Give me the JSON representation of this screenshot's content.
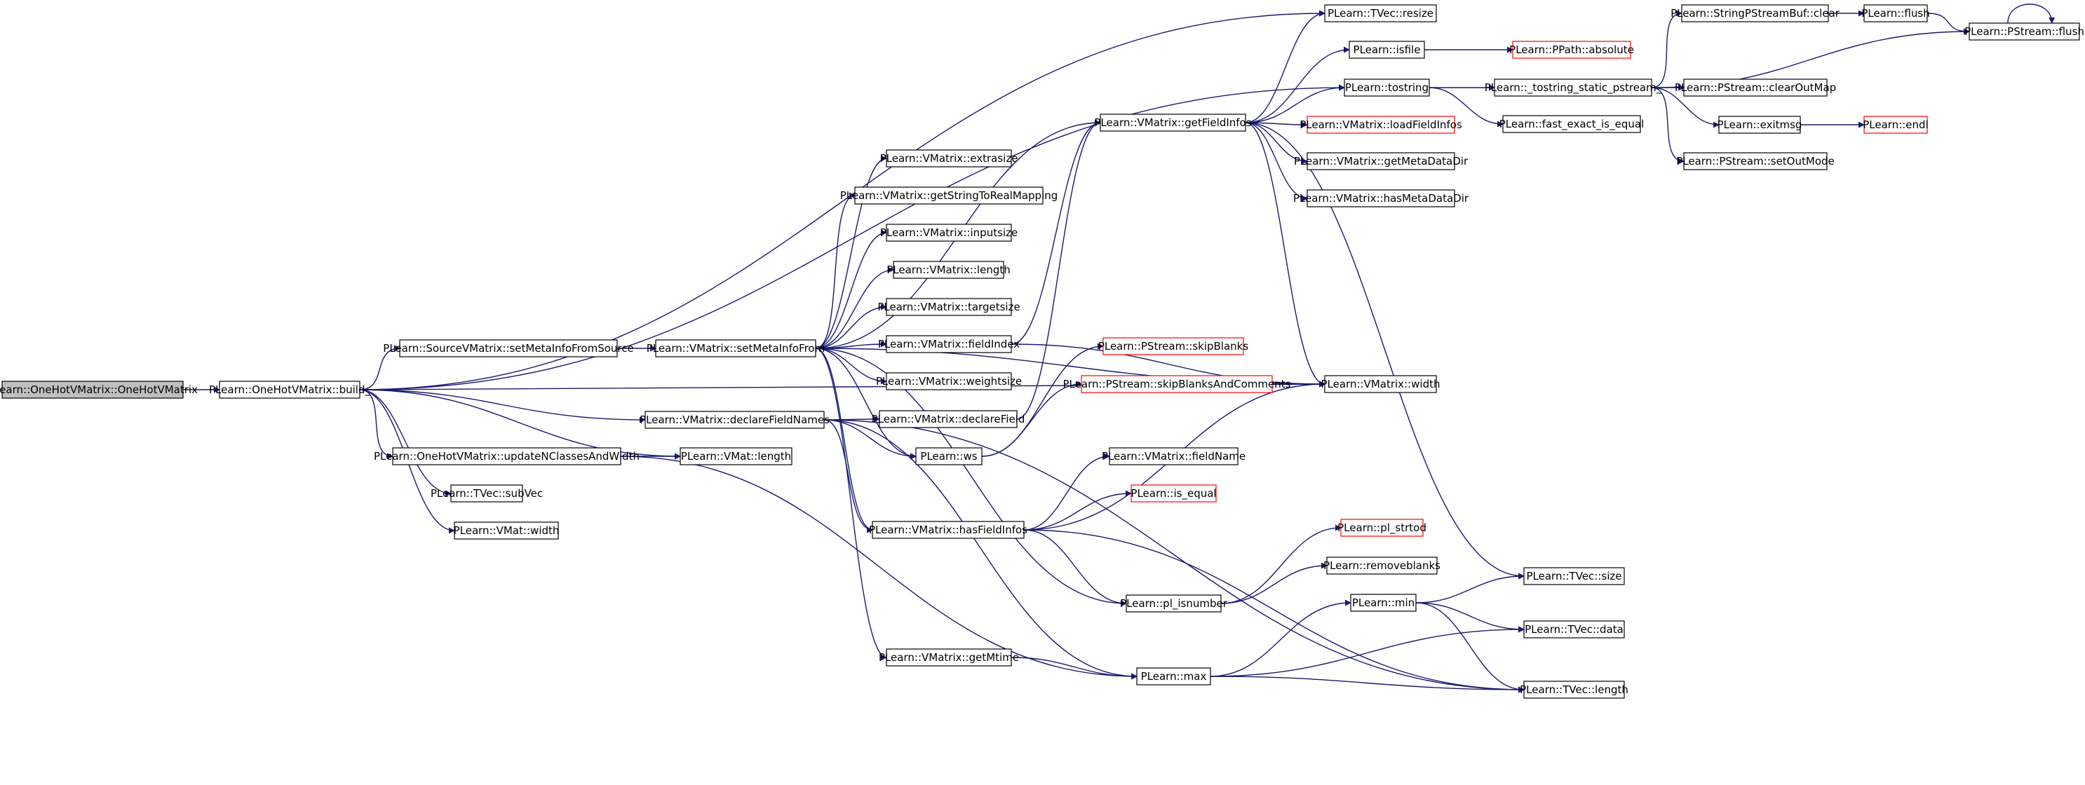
{
  "colors": {
    "edge": "#191970",
    "node_border": "#000000",
    "node_border_truncated": "#ff0000",
    "root_fill": "#bfbfbf",
    "node_fill": "#ffffff"
  },
  "nodes": [
    {
      "id": "n0",
      "label": "PLearn::OneHotVMatrix::OneHotVMatrix",
      "kind": "root"
    },
    {
      "id": "n1",
      "label": "PLearn::OneHotVMatrix::build_",
      "kind": "normal"
    },
    {
      "id": "n2",
      "label": "PLearn::TVec::resize",
      "kind": "normal"
    },
    {
      "id": "n3",
      "label": "PLearn::tostring",
      "kind": "normal"
    },
    {
      "id": "n4",
      "label": "PLearn::SourceVMatrix::setMetaInfoFromSource",
      "kind": "normal"
    },
    {
      "id": "n5",
      "label": "PLearn::VMatrix::setMetaInfoFrom",
      "kind": "normal"
    },
    {
      "id": "n6",
      "label": "PLearn::VMatrix::width",
      "kind": "normal"
    },
    {
      "id": "n7",
      "label": "PLearn::VMatrix::declareFieldNames",
      "kind": "normal"
    },
    {
      "id": "n8",
      "label": "PLearn::VMat::length",
      "kind": "normal"
    },
    {
      "id": "n9",
      "label": "PLearn::OneHotVMatrix::updateNClassesAndWidth",
      "kind": "normal"
    },
    {
      "id": "n10",
      "label": "PLearn::TVec::subVec",
      "kind": "normal"
    },
    {
      "id": "n11",
      "label": "PLearn::VMat::width",
      "kind": "normal"
    },
    {
      "id": "n12",
      "label": "PLearn::VMatrix::getFieldInfos",
      "kind": "normal"
    },
    {
      "id": "n13",
      "label": "PLearn::VMatrix::extrasize",
      "kind": "normal"
    },
    {
      "id": "n14",
      "label": "PLearn::VMatrix::getStringToRealMapping",
      "kind": "normal"
    },
    {
      "id": "n15",
      "label": "PLearn::VMatrix::inputsize",
      "kind": "normal"
    },
    {
      "id": "n16",
      "label": "PLearn::VMatrix::length",
      "kind": "normal"
    },
    {
      "id": "n17",
      "label": "PLearn::VMatrix::targetsize",
      "kind": "normal"
    },
    {
      "id": "n18",
      "label": "PLearn::VMatrix::fieldIndex",
      "kind": "normal"
    },
    {
      "id": "n19",
      "label": "PLearn::VMatrix::weightsize",
      "kind": "normal"
    },
    {
      "id": "n20",
      "label": "PLearn::VMatrix::declareField",
      "kind": "normal"
    },
    {
      "id": "n21",
      "label": "PLearn::ws",
      "kind": "normal"
    },
    {
      "id": "n22",
      "label": "PLearn::VMatrix::hasFieldInfos",
      "kind": "normal"
    },
    {
      "id": "n23",
      "label": "PLearn::VMatrix::getMtime",
      "kind": "normal"
    },
    {
      "id": "n24",
      "label": "PLearn::isfile",
      "kind": "normal"
    },
    {
      "id": "n25",
      "label": "PLearn::PPath::absolute",
      "kind": "truncated"
    },
    {
      "id": "n26",
      "label": "PLearn::VMatrix::loadFieldInfos",
      "kind": "truncated"
    },
    {
      "id": "n27",
      "label": "PLearn::VMatrix::getMetaDataDir",
      "kind": "normal"
    },
    {
      "id": "n28",
      "label": "PLearn::VMatrix::hasMetaDataDir",
      "kind": "normal"
    },
    {
      "id": "n29",
      "label": "PLearn::PStream::skipBlanks",
      "kind": "truncated"
    },
    {
      "id": "n30",
      "label": "PLearn::PStream::skipBlanksAndComments",
      "kind": "truncated"
    },
    {
      "id": "n31",
      "label": "PLearn::VMatrix::fieldName",
      "kind": "normal"
    },
    {
      "id": "n32",
      "label": "PLearn::is_equal",
      "kind": "truncated"
    },
    {
      "id": "n33",
      "label": "PLearn::pl_isnumber",
      "kind": "normal"
    },
    {
      "id": "n34",
      "label": "PLearn::max",
      "kind": "normal"
    },
    {
      "id": "n35",
      "label": "PLearn::_tostring_static_pstream_",
      "kind": "normal"
    },
    {
      "id": "n36",
      "label": "PLearn::fast_exact_is_equal",
      "kind": "normal"
    },
    {
      "id": "n37",
      "label": "PLearn::pl_strtod",
      "kind": "truncated"
    },
    {
      "id": "n38",
      "label": "PLearn::removeblanks",
      "kind": "normal"
    },
    {
      "id": "n39",
      "label": "PLearn::min",
      "kind": "normal"
    },
    {
      "id": "n40",
      "label": "PLearn::StringPStreamBuf::clear",
      "kind": "normal"
    },
    {
      "id": "n41",
      "label": "PLearn::flush",
      "kind": "normal"
    },
    {
      "id": "n42",
      "label": "PLearn::PStream::flush",
      "kind": "normal"
    },
    {
      "id": "n43",
      "label": "PLearn::PStream::clearOutMap",
      "kind": "normal"
    },
    {
      "id": "n44",
      "label": "PLearn::exitmsg",
      "kind": "normal"
    },
    {
      "id": "n45",
      "label": "PLearn::endl",
      "kind": "truncated"
    },
    {
      "id": "n46",
      "label": "PLearn::PStream::setOutMode",
      "kind": "normal"
    },
    {
      "id": "n47",
      "label": "PLearn::TVec::size",
      "kind": "normal"
    },
    {
      "id": "n48",
      "label": "PLearn::TVec::data",
      "kind": "normal"
    },
    {
      "id": "n49",
      "label": "PLearn::TVec::length",
      "kind": "normal"
    }
  ],
  "edges": [
    [
      "n0",
      "n1"
    ],
    [
      "n1",
      "n2"
    ],
    [
      "n1",
      "n3"
    ],
    [
      "n1",
      "n4"
    ],
    [
      "n1",
      "n6"
    ],
    [
      "n1",
      "n7"
    ],
    [
      "n1",
      "n8"
    ],
    [
      "n1",
      "n9"
    ],
    [
      "n1",
      "n10"
    ],
    [
      "n1",
      "n11"
    ],
    [
      "n4",
      "n5"
    ],
    [
      "n5",
      "n12"
    ],
    [
      "n5",
      "n13"
    ],
    [
      "n5",
      "n14"
    ],
    [
      "n5",
      "n15"
    ],
    [
      "n5",
      "n16"
    ],
    [
      "n5",
      "n17"
    ],
    [
      "n5",
      "n18"
    ],
    [
      "n5",
      "n19"
    ],
    [
      "n5",
      "n21"
    ],
    [
      "n5",
      "n22"
    ],
    [
      "n5",
      "n23"
    ],
    [
      "n5",
      "n33"
    ],
    [
      "n5",
      "n6"
    ],
    [
      "n7",
      "n20"
    ],
    [
      "n7",
      "n21"
    ],
    [
      "n7",
      "n22"
    ],
    [
      "n7",
      "n34"
    ],
    [
      "n7",
      "n49"
    ],
    [
      "n9",
      "n8"
    ],
    [
      "n9",
      "n34"
    ],
    [
      "n18",
      "n12"
    ],
    [
      "n18",
      "n6"
    ],
    [
      "n20",
      "n12"
    ],
    [
      "n21",
      "n29"
    ],
    [
      "n21",
      "n30"
    ],
    [
      "n22",
      "n31"
    ],
    [
      "n22",
      "n32"
    ],
    [
      "n22",
      "n33"
    ],
    [
      "n22",
      "n49"
    ],
    [
      "n22",
      "n6"
    ],
    [
      "n23",
      "n34"
    ],
    [
      "n12",
      "n2"
    ],
    [
      "n12",
      "n3"
    ],
    [
      "n12",
      "n24"
    ],
    [
      "n12",
      "n26"
    ],
    [
      "n12",
      "n27"
    ],
    [
      "n12",
      "n28"
    ],
    [
      "n12",
      "n47"
    ],
    [
      "n12",
      "n6"
    ],
    [
      "n24",
      "n25"
    ],
    [
      "n3",
      "n35"
    ],
    [
      "n3",
      "n36"
    ],
    [
      "n35",
      "n40"
    ],
    [
      "n35",
      "n42"
    ],
    [
      "n35",
      "n43"
    ],
    [
      "n35",
      "n44"
    ],
    [
      "n35",
      "n46"
    ],
    [
      "n40",
      "n41"
    ],
    [
      "n41",
      "n42"
    ],
    [
      "n42",
      "n42"
    ],
    [
      "n44",
      "n45"
    ],
    [
      "n33",
      "n37"
    ],
    [
      "n33",
      "n38"
    ],
    [
      "n34",
      "n39"
    ],
    [
      "n34",
      "n48"
    ],
    [
      "n34",
      "n49"
    ],
    [
      "n39",
      "n47"
    ],
    [
      "n39",
      "n48"
    ],
    [
      "n39",
      "n49"
    ]
  ]
}
